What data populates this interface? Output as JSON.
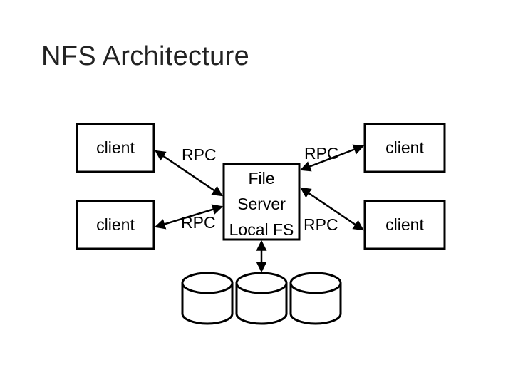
{
  "title": "NFS Architecture",
  "nodes": {
    "client_top_left": "client",
    "client_bottom_left": "client",
    "client_top_right": "client",
    "client_bottom_right": "client",
    "server_line1": "File",
    "server_line2": "Server",
    "server_line3": "Local FS"
  },
  "edges": {
    "rpc_top_left": "RPC",
    "rpc_bottom_left": "RPC",
    "rpc_top_right": "RPC",
    "rpc_bottom_right": "RPC"
  },
  "disks": {
    "count": 3
  }
}
